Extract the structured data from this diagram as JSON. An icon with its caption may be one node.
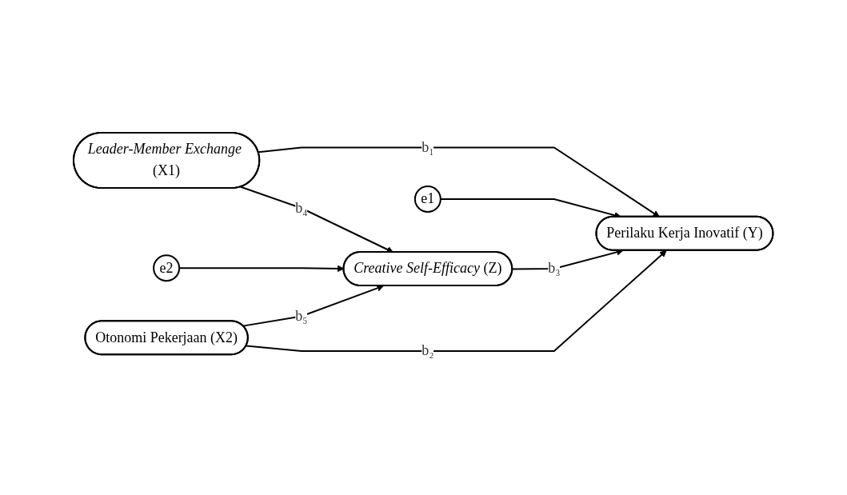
{
  "diagram": {
    "nodes": [
      {
        "text": [
          "*Leader-Member Exchange* (X1)"
        ]
      },
      {
        "text": [
          "e1"
        ]
      },
      {
        "text": [
          "e2"
        ]
      },
      {
        "text": [
          "*Creative Self-Efficacy* (Z)"
        ]
      },
      {
        "text": [
          "Perilaku Kerja Inovatif (Y)"
        ]
      },
      {
        "text": [
          "Otonomi Pekerjaan (X2)"
        ]
      }
    ],
    "edges": [
      {
        "from": 0,
        "to": 4,
        "arrow": "to",
        "label": "b₁"
      },
      {
        "from": 1,
        "to": 4,
        "arrow": "to"
      },
      {
        "from": 0,
        "to": 3,
        "arrow": "to",
        "label": "b₄"
      },
      {
        "from": 2,
        "to": 3,
        "arrow": "to"
      },
      {
        "from": 3,
        "to": 4,
        "arrow": "to",
        "label": "b₃"
      },
      {
        "from": 5,
        "to": 3,
        "arrow": "to",
        "label": "b₅"
      },
      {
        "from": 5,
        "to": 4,
        "arrow": "to",
        "label": "b₂"
      }
    ]
  }
}
